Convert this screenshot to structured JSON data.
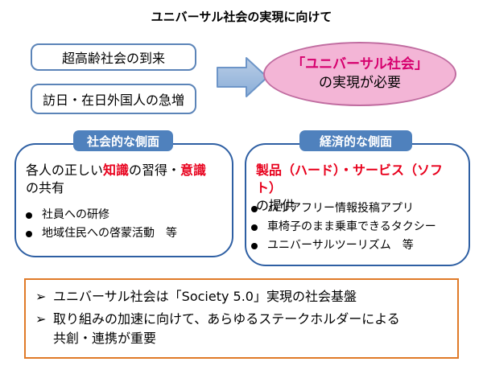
{
  "title": "ユニバーサル社会の実現に向けて",
  "causes": [
    "超高齢社会の到来",
    "訪日・在日外国人の急増"
  ],
  "goal": {
    "line1": "「ユニバーサル社会」",
    "line2": "の実現が必要"
  },
  "left_panel": {
    "tab": "社会的な側面",
    "lead_a": "各人の正しい",
    "lead_b": "知識",
    "lead_c": "の習得・",
    "lead_d": "意識",
    "lead_e": "の共有",
    "bullets": [
      "社員への研修",
      "地域住民への啓蒙活動　等"
    ]
  },
  "right_panel": {
    "tab": "経済的な側面",
    "lead_red": "製品（ハード）・サービス（ソフト）",
    "lead_rest": "の提供",
    "bullets": [
      "バリアフリー情報投稿アプリ",
      "車椅子のまま乗車できるタクシー",
      "ユニバーサルツーリズム　等"
    ]
  },
  "summary": {
    "marker": "➢",
    "items": [
      "ユニバーサル社会は「Society 5.0」実現の社会基盤",
      "取り組みの加速に向けて、あらゆるステークホルダーによる"
    ],
    "item2_cont": "共創・連携が重要"
  },
  "colors": {
    "accent_blue": "#4f81bd",
    "emphasis_red": "#e8001c",
    "goal_pink": "#f3b5d6",
    "summary_border": "#e07a28"
  }
}
